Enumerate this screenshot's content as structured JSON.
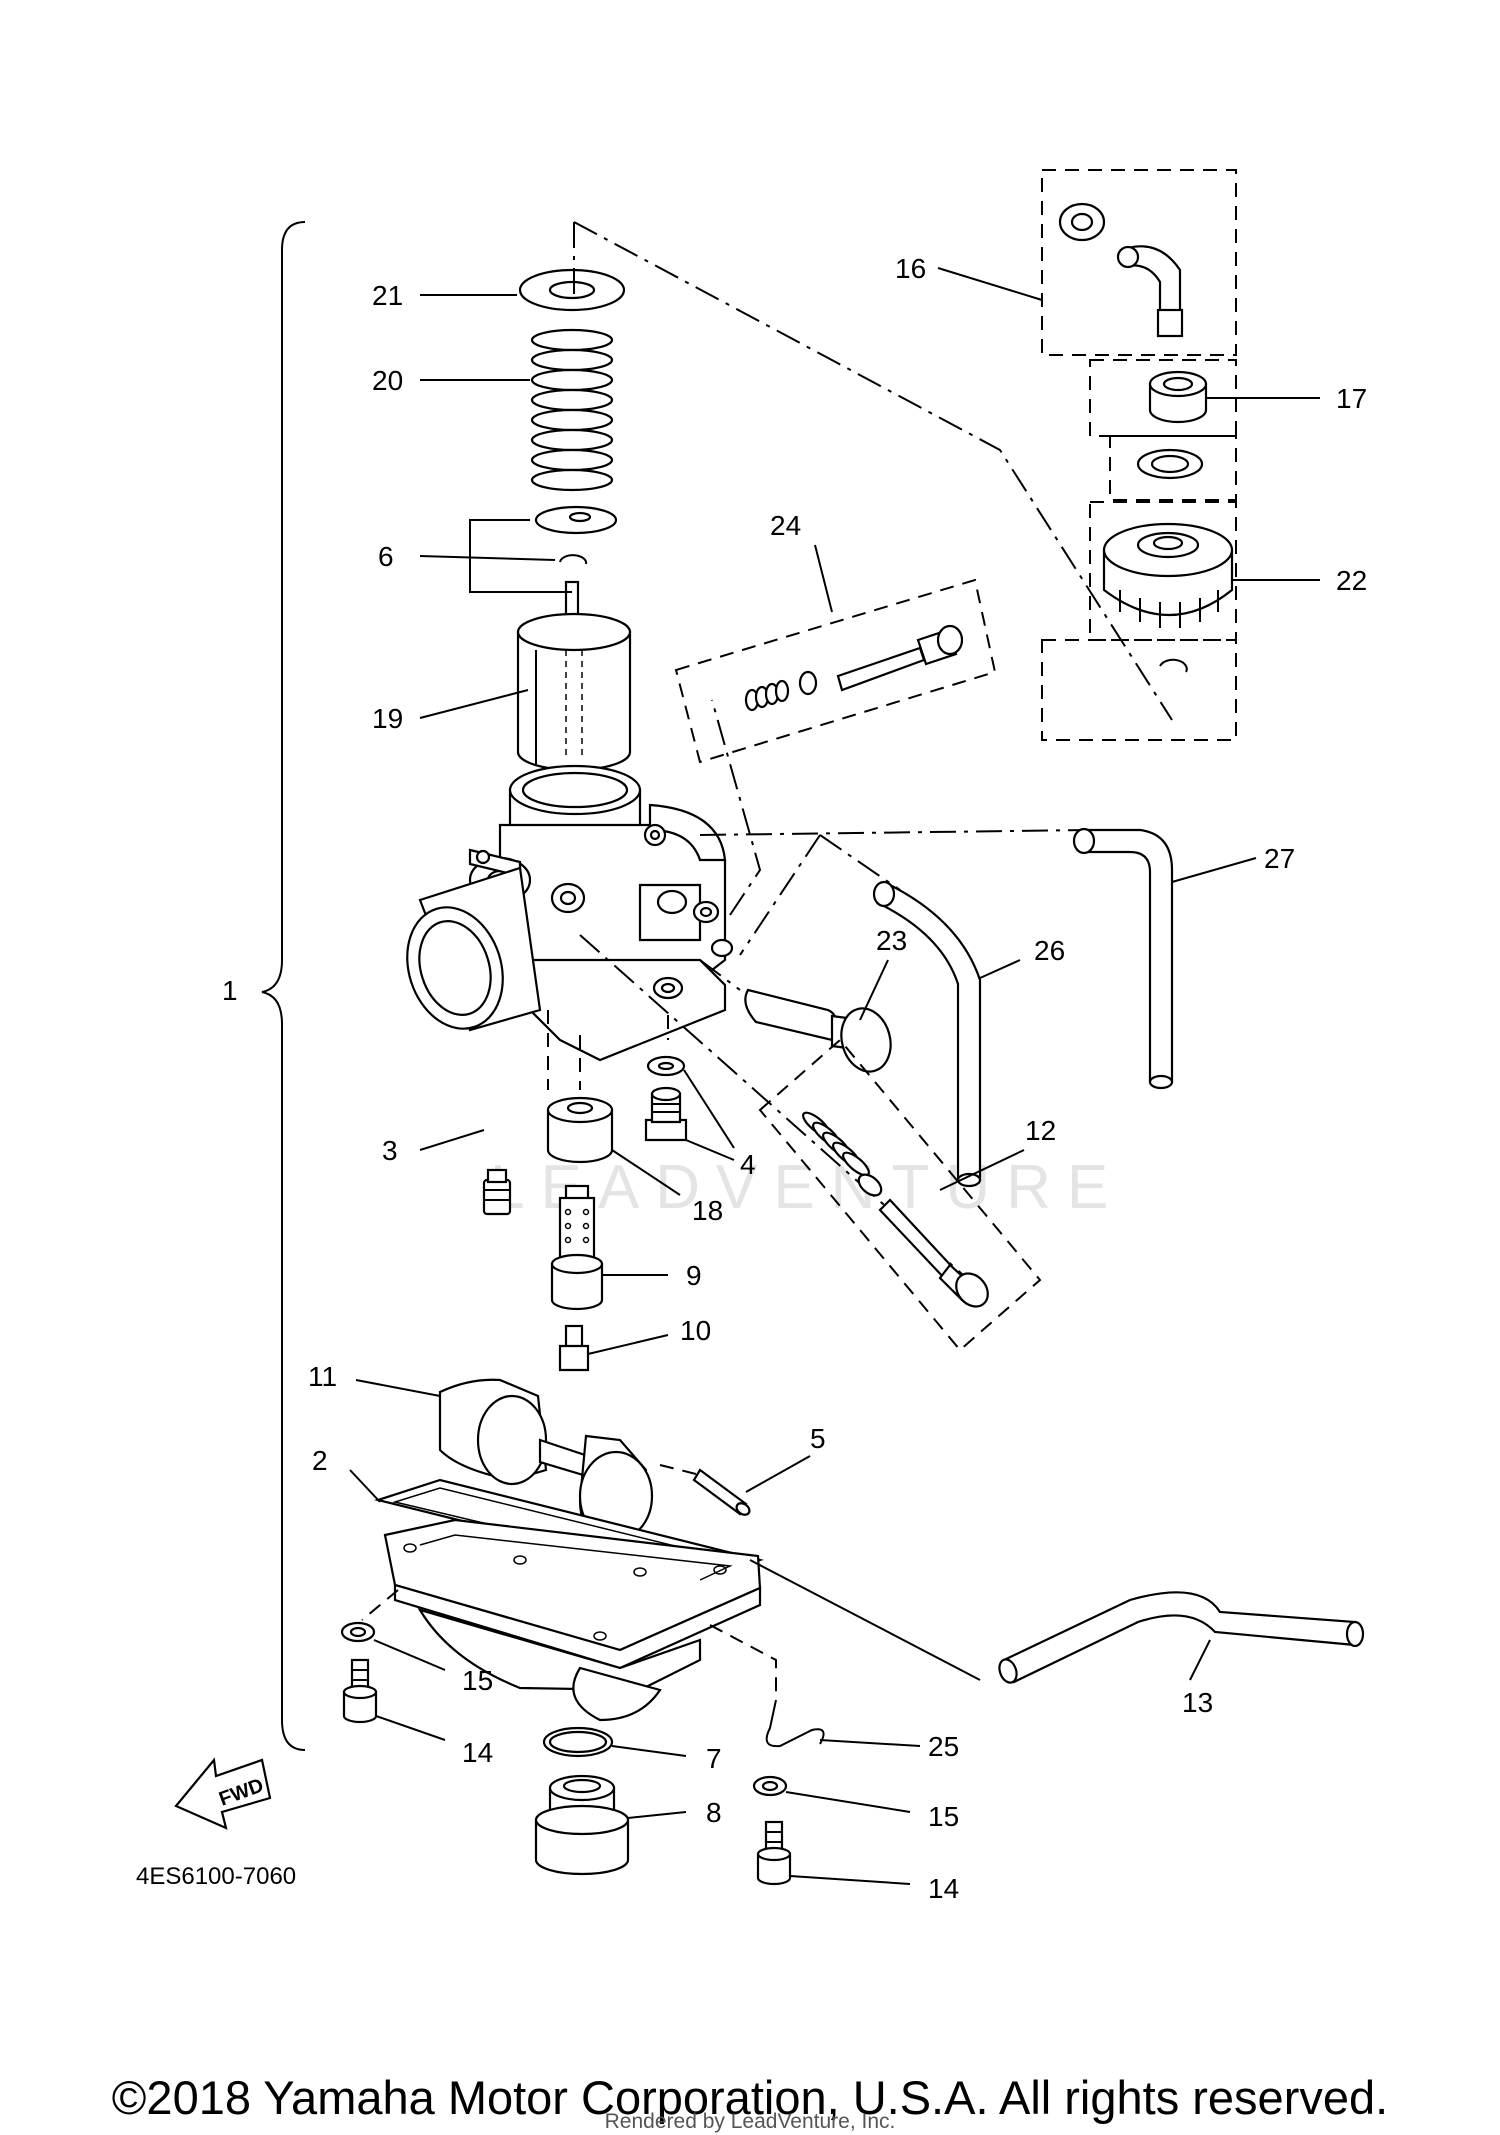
{
  "diagram_code": "4ES6100-7060",
  "fwd_label": "FWD",
  "watermark": "LEADVENTURE",
  "copyright": "©2018 Yamaha Motor Corporation, U.S.A. All rights reserved.",
  "rendered_by": "Rendered by LeadVenture, Inc.",
  "callouts": {
    "c1": "1",
    "c2": "2",
    "c3": "3",
    "c4": "4",
    "c5": "5",
    "c6": "6",
    "c7": "7",
    "c8": "8",
    "c9": "9",
    "c10": "10",
    "c11": "11",
    "c12": "12",
    "c13": "13",
    "c14a": "14",
    "c14b": "14",
    "c15a": "15",
    "c15b": "15",
    "c16": "16",
    "c17": "17",
    "c18": "18",
    "c19": "19",
    "c20": "20",
    "c21": "21",
    "c22": "22",
    "c23": "23",
    "c24": "24",
    "c25": "25",
    "c26": "26",
    "c27": "27"
  }
}
